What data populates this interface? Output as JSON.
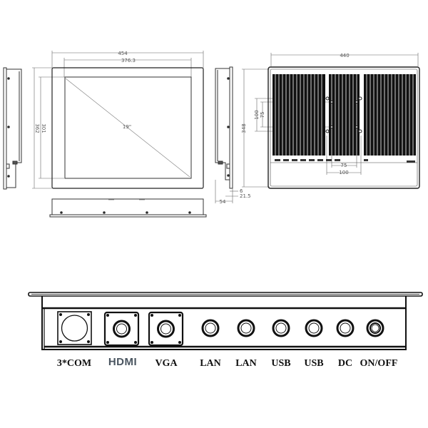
{
  "drawing": {
    "front_view": {
      "width_outer": "454",
      "width_active": "376.3",
      "height_outer": "362",
      "height_active": "301",
      "diagonal": "19\""
    },
    "side_view": {
      "depth": "54",
      "bezel": "6",
      "panel": "21.5"
    },
    "rear_view": {
      "width": "440",
      "height": "348",
      "vesa_outer_h": "100",
      "vesa_inner_h": "75",
      "vesa_outer_w": "100",
      "vesa_inner_w": "75"
    }
  },
  "ports": [
    {
      "label": "3*COM",
      "type": "com"
    },
    {
      "label": "HDMI",
      "type": "hdmi"
    },
    {
      "label": "VGA",
      "type": "vga"
    },
    {
      "label": "LAN",
      "type": "round"
    },
    {
      "label": "LAN",
      "type": "round"
    },
    {
      "label": "USB",
      "type": "round"
    },
    {
      "label": "USB",
      "type": "round"
    },
    {
      "label": "DC",
      "type": "round"
    },
    {
      "label": "ON/OFF",
      "type": "switch"
    }
  ],
  "colors": {
    "line": "#222222",
    "dim_line": "#666666",
    "hdmi_label": "#4a5560"
  }
}
